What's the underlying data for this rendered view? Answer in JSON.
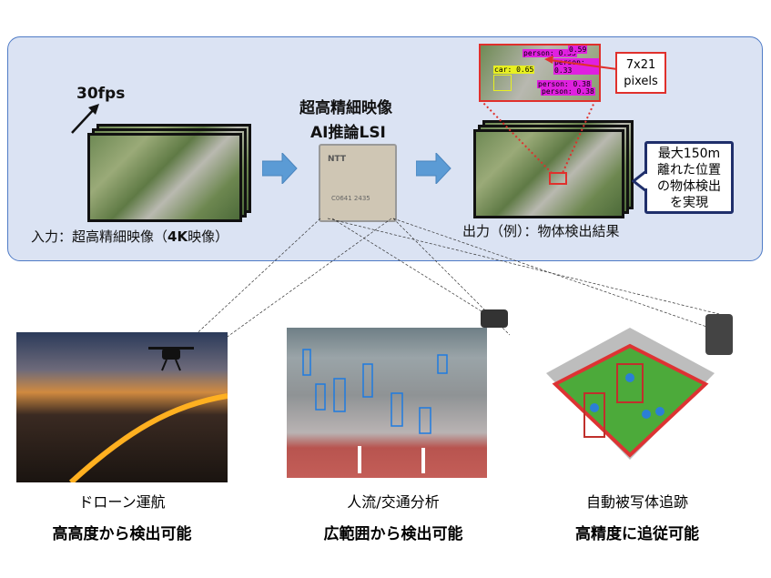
{
  "top": {
    "fps_label": "30fps",
    "input_label": "入力：超高精細映像（",
    "input_label_bold": "4K",
    "input_label_end": "映像）",
    "lsi_title_line1": "超高精細映像",
    "lsi_title_line2": "AI推論LSI",
    "chip_brand": "NTT",
    "chip_code": "C0641 2435",
    "output_label": "出力（例）：物体検出結果",
    "detections": [
      "person: 0.53",
      "0.59",
      "person: 0.33",
      "car: 0.65",
      "person: 0.38",
      "person: 0.38"
    ],
    "pixel_box": {
      "line1": "7x21",
      "line2": "pixels"
    },
    "callout": [
      "最大150m",
      "離れた位置",
      "の物体検出",
      "を実現"
    ]
  },
  "use_cases": [
    {
      "title": "ドローン運航",
      "subtitle": "高高度から検出可能"
    },
    {
      "title": "人流/交通分析",
      "subtitle": "広範囲から検出可能"
    },
    {
      "title": "自動被写体追跡",
      "subtitle": "高精度に追従可能"
    }
  ],
  "colors": {
    "panel_bg": "#dbe3f3",
    "panel_border": "#4f7bc6",
    "accent_red": "#e0302c",
    "detection_magenta": "#e020e0",
    "callout_border": "#1f2f6b"
  }
}
